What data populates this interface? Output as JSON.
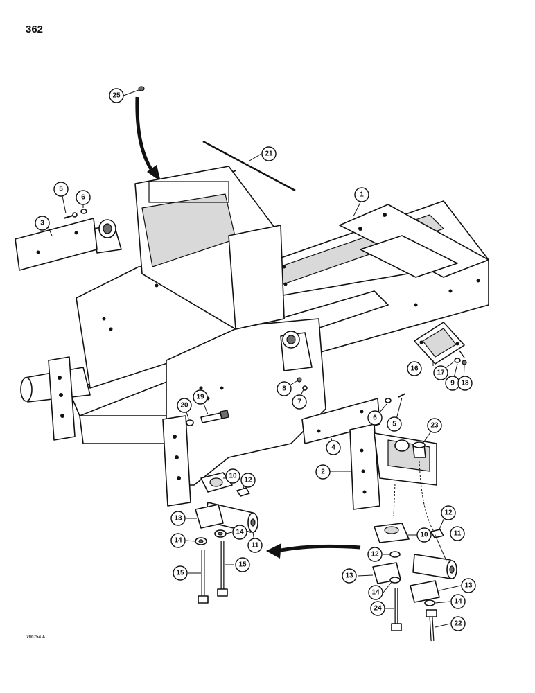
{
  "page_number": "362",
  "figure_code": "790754 A",
  "callouts": [
    {
      "id": "callout-25",
      "label": "25"
    },
    {
      "id": "callout-21",
      "label": "21"
    },
    {
      "id": "callout-1",
      "label": "1"
    },
    {
      "id": "callout-5-left",
      "label": "5"
    },
    {
      "id": "callout-6-left",
      "label": "6"
    },
    {
      "id": "callout-3",
      "label": "3"
    },
    {
      "id": "callout-16",
      "label": "16"
    },
    {
      "id": "callout-17",
      "label": "17"
    },
    {
      "id": "callout-9",
      "label": "9"
    },
    {
      "id": "callout-18",
      "label": "18"
    },
    {
      "id": "callout-8",
      "label": "8"
    },
    {
      "id": "callout-7",
      "label": "7"
    },
    {
      "id": "callout-20",
      "label": "20"
    },
    {
      "id": "callout-19",
      "label": "19"
    },
    {
      "id": "callout-6-right",
      "label": "6"
    },
    {
      "id": "callout-5-right",
      "label": "5"
    },
    {
      "id": "callout-4",
      "label": "4"
    },
    {
      "id": "callout-23",
      "label": "23"
    },
    {
      "id": "callout-2",
      "label": "2"
    },
    {
      "id": "callout-10-left",
      "label": "10"
    },
    {
      "id": "callout-12-left",
      "label": "12"
    },
    {
      "id": "callout-13-left",
      "label": "13"
    },
    {
      "id": "callout-14-left-a",
      "label": "14"
    },
    {
      "id": "callout-14-left-b",
      "label": "14"
    },
    {
      "id": "callout-11-left",
      "label": "11"
    },
    {
      "id": "callout-15-left-a",
      "label": "15"
    },
    {
      "id": "callout-15-left-b",
      "label": "15"
    },
    {
      "id": "callout-10-right",
      "label": "10"
    },
    {
      "id": "callout-12-right-a",
      "label": "12"
    },
    {
      "id": "callout-11-right",
      "label": "11"
    },
    {
      "id": "callout-12-right-b",
      "label": "12"
    },
    {
      "id": "callout-13-right-a",
      "label": "13"
    },
    {
      "id": "callout-13-right-b",
      "label": "13"
    },
    {
      "id": "callout-14-right-a",
      "label": "14"
    },
    {
      "id": "callout-14-right-b",
      "label": "14"
    },
    {
      "id": "callout-24",
      "label": "24"
    },
    {
      "id": "callout-22",
      "label": "22"
    }
  ]
}
